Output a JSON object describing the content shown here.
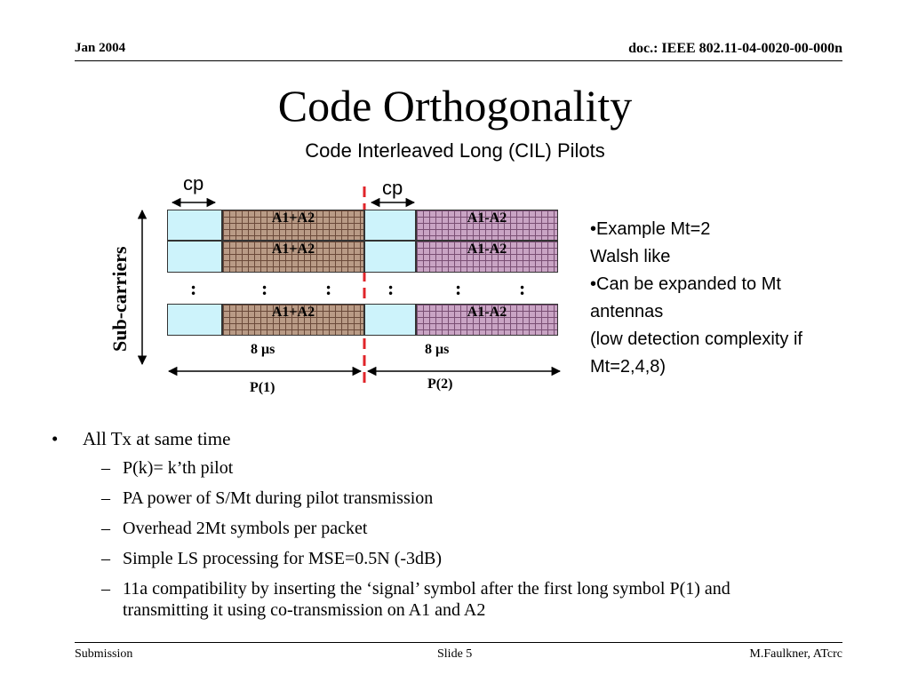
{
  "header": {
    "date": "Jan 2004",
    "doc": "doc.: IEEE 802.11-04-0020-00-000n"
  },
  "title": "Code Orthogonality",
  "subtitle": "Code Interleaved Long (CIL)  Pilots",
  "diagram": {
    "cp_label": "cp",
    "sum_label": "A1+A2",
    "diff_label": "A1-A2",
    "ellipsis": ":",
    "duration": "8 μs",
    "p1": "P(1)",
    "p2": "P(2)",
    "axis_label": "Sub-carriers",
    "colors": {
      "cp": "#cdf3fb",
      "sum": "#b99b86",
      "diff": "#c9a4c4",
      "divider": "#e0242a"
    }
  },
  "side_notes": [
    "•Example Mt=2",
    "Walsh like",
    "•Can be expanded to Mt",
    "antennas",
    "(low detection complexity if",
    "Mt=2,4,8)"
  ],
  "bullets": {
    "main": "All Tx at same time",
    "main_marker": "•",
    "sub_marker": "–",
    "sub": [
      "P(k)= k’th pilot",
      "PA power of S/Mt during pilot transmission",
      "Overhead 2Mt symbols per packet",
      "Simple LS processing for MSE=0.5N  (-3dB)",
      "11a compatibility by inserting the ‘signal’ symbol after the first long symbol P(1) and transmitting it using co-transmission on A1 and A2"
    ]
  },
  "footer": {
    "left": "Submission",
    "center": "Slide 5",
    "right": "M.Faulkner, ATcrc"
  }
}
